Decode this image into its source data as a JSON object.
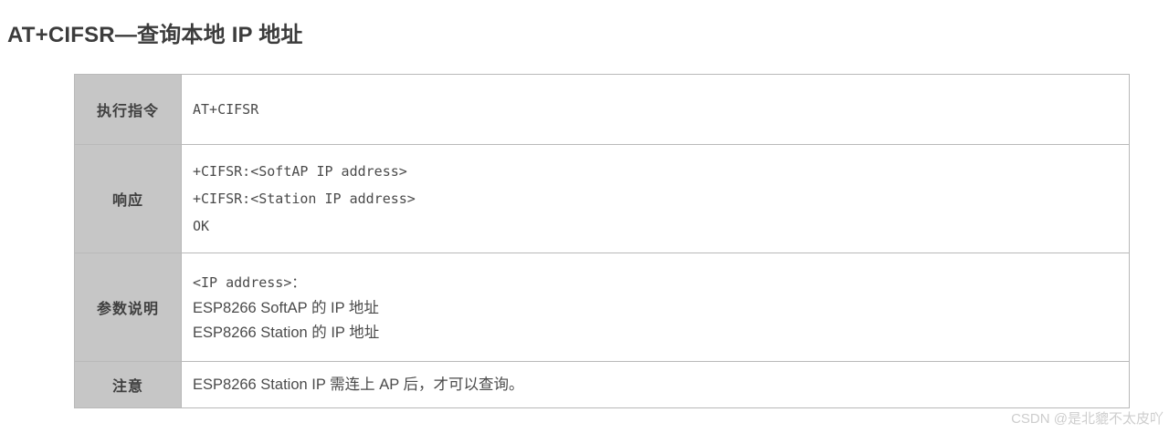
{
  "page_title": "AT+CIFSR—查询本地 IP 地址",
  "colors": {
    "title_text": "#3c3c3c",
    "label_cell_background": "#c6c6c6",
    "table_border": "#b9b9b9",
    "body_text": "#4a4a4a",
    "watermark_text": "#cdcdcd",
    "page_background": "#ffffff"
  },
  "table": {
    "rows": [
      {
        "label": "执行指令",
        "lines": [
          {
            "text": "AT+CIFSR",
            "style": "mono"
          }
        ]
      },
      {
        "label": "响应",
        "lines": [
          {
            "text": "+CIFSR:<SoftAP IP address>",
            "style": "mono"
          },
          {
            "text": "+CIFSR:<Station IP address>",
            "style": "mono"
          },
          {
            "text": "OK",
            "style": "mono"
          }
        ]
      },
      {
        "label": "参数说明",
        "lines": [
          {
            "text": "<IP address>：",
            "style": "mono"
          },
          {
            "text": "ESP8266 SoftAP 的 IP 地址",
            "style": "sans"
          },
          {
            "text": "ESP8266 Station 的 IP 地址",
            "style": "sans"
          }
        ]
      },
      {
        "label": "注意",
        "lines": [
          {
            "text": "ESP8266 Station IP 需连上 AP 后，才可以查询。",
            "style": "sans"
          }
        ]
      }
    ]
  },
  "watermark": {
    "text": "CSDN @是北貔不太皮吖"
  }
}
